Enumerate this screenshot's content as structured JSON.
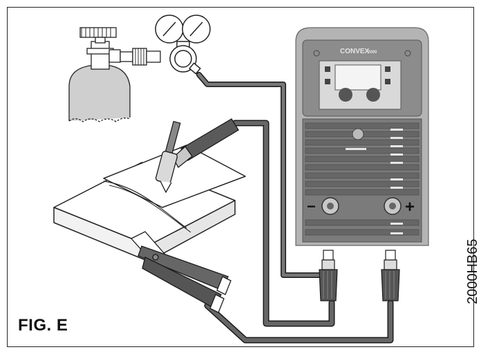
{
  "figure": {
    "label": "FIG. E",
    "code": "2000HB65"
  },
  "machine": {
    "brand": "CONVEX",
    "model": "2000",
    "negative_symbol": "−",
    "positive_symbol": "+"
  },
  "colors": {
    "cable": "#555555",
    "cable_outline": "#1a1a1a",
    "machine_body": "#8c8c8c",
    "machine_frame": "#b4b4b4",
    "panel_dark": "#6e6e6e",
    "screen": "#d9d9d9",
    "gas_bottle": "#cfcfcf"
  },
  "icons": {
    "gas-bottle": "gas cylinder",
    "pressure-regulator": "two-gauge regulator",
    "tig-torch": "TIG welding torch",
    "earth-clamp": "ground clamp",
    "welding-machine": "welding power source"
  }
}
